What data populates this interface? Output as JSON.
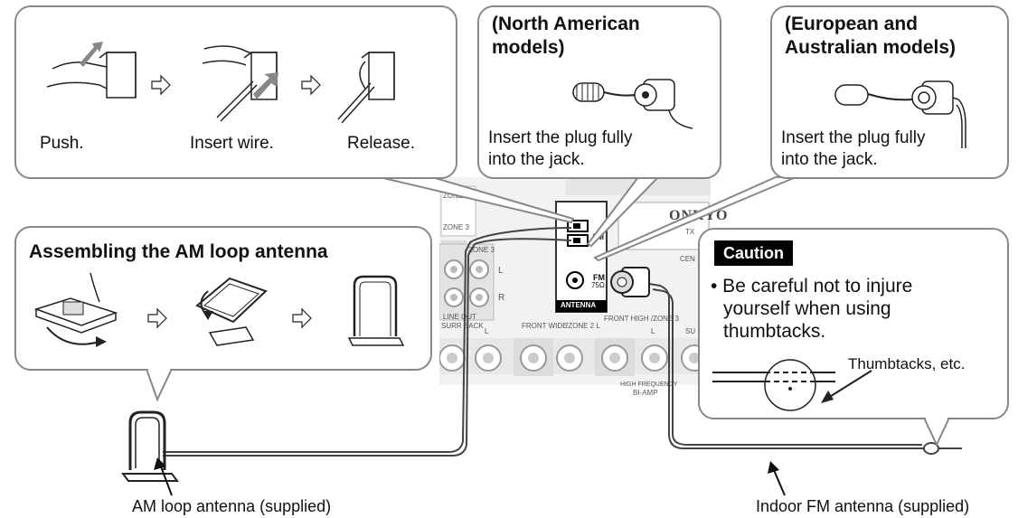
{
  "steps": {
    "push": "Push.",
    "insert": "Insert wire.",
    "release": "Release."
  },
  "north_american": {
    "title_line1": "(North American",
    "title_line2": "models)",
    "instr_line1": "Insert the plug fully",
    "instr_line2": "into the jack."
  },
  "european": {
    "title_line1": "(European and",
    "title_line2": "Australian models)",
    "instr_line1": "Insert the plug fully",
    "instr_line2": "into the jack."
  },
  "am_assembly": {
    "title": "Assembling the AM loop antenna"
  },
  "caution": {
    "badge": "Caution",
    "line1": "• Be careful not to injure",
    "line2": "yourself when using",
    "line3": "thumbtacks.",
    "thumbtack_label": "Thumbtacks, etc."
  },
  "labels": {
    "am_antenna": "AM loop antenna (supplied)",
    "fm_antenna": "Indoor FM antenna (supplied)"
  },
  "panel": {
    "brand": "ONKYO",
    "antenna": "ANTENNA",
    "am": "AM",
    "fm": "FM",
    "fm_ohm": "75Ω",
    "zone3": "ZONE 3",
    "zone2": "ZONE 2",
    "line_out": "LINE OUT",
    "surr_back": "SURR BACK",
    "front_wide": "FRONT WIDE",
    "zone2_l": "/ZONE 2 L",
    "front_high": "FRONT HIGH /ZONE 3",
    "l": "L",
    "r": "R",
    "bi_amp": "BI-AMP",
    "high_freq": "HIGH FREQUENCY",
    "cen": "CEN",
    "sur": "SU",
    "tx": "TX"
  }
}
